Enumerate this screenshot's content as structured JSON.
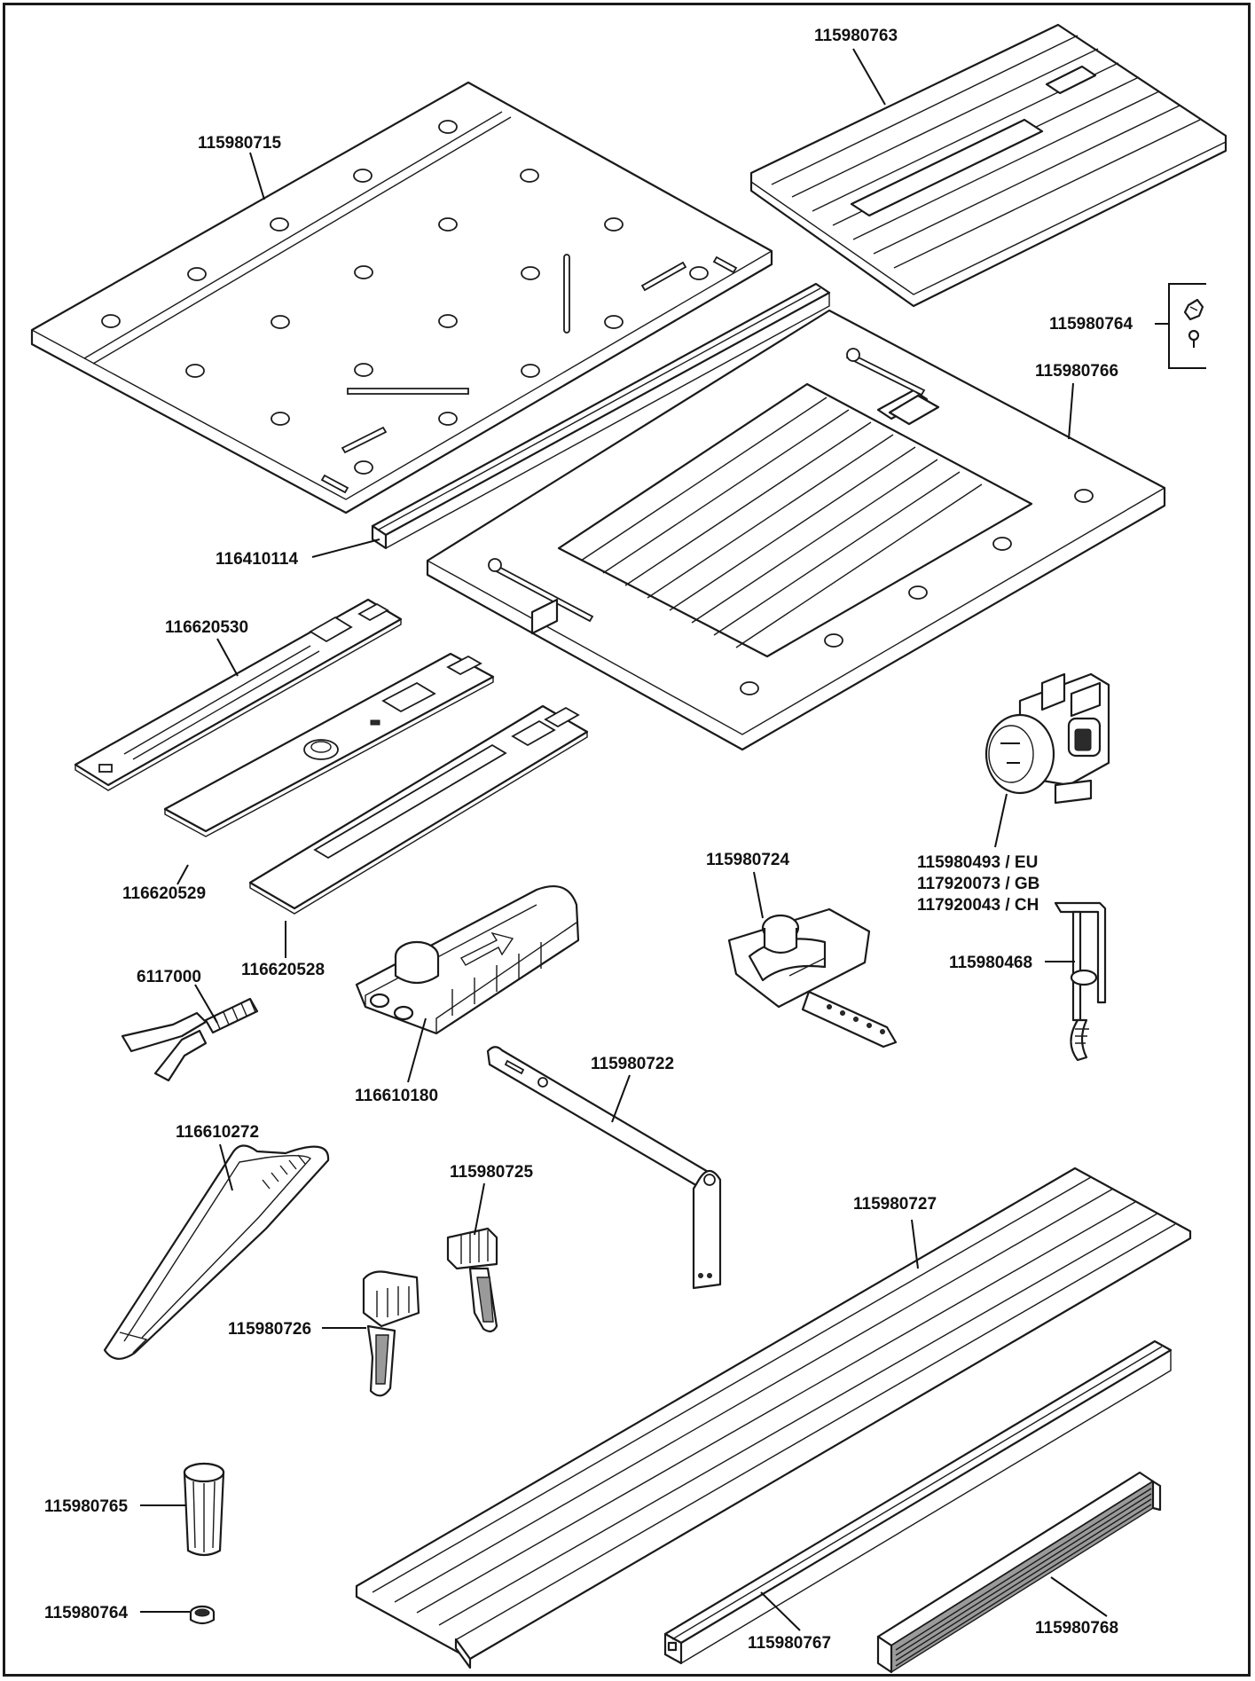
{
  "title": "",
  "parts": {
    "p115980763": "115980763",
    "p115980715": "115980715",
    "p115980764_top": "115980764",
    "p115980766": "115980766",
    "p116410114": "116410114",
    "p116620530": "116620530",
    "p116620529": "116620529",
    "p116620528": "116620528",
    "p115980724": "115980724",
    "p115980493_eu": "115980493 / EU",
    "p117920073_gb": "117920073 / GB",
    "p117920043_ch": "117920043 / CH",
    "p115980468": "115980468",
    "p6117000": "6117000",
    "p116610180": "116610180",
    "p115980722": "115980722",
    "p116610272": "116610272",
    "p115980725": "115980725",
    "p115980727": "115980727",
    "p115980726": "115980726",
    "p115980765": "115980765",
    "p115980764_bottom": "115980764",
    "p115980767": "115980767",
    "p115980768": "115980768"
  },
  "colors": {
    "line": "#1a1a1a",
    "background": "#ffffff"
  }
}
